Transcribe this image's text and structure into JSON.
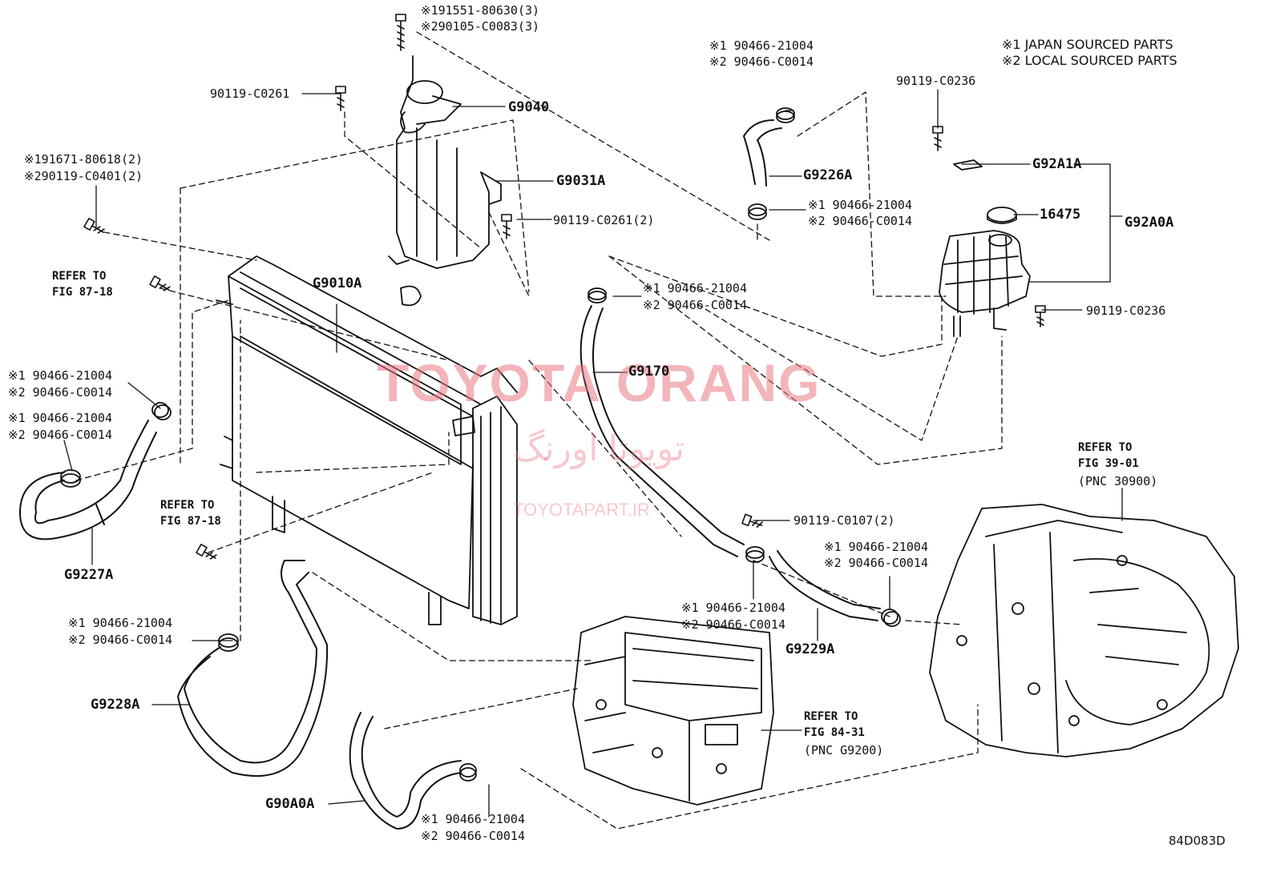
{
  "notes": {
    "japan": "※1 JAPAN SOURCED PARTS",
    "local": "※2 LOCAL SOURCED PARTS"
  },
  "watermark": {
    "title": "TOYOTA ORANG",
    "persian": "تویوتا اورنگ",
    "site": "TOYOTAPART.IR"
  },
  "diagram_code": "84D083D",
  "labels": {
    "top_bolt_1": "※191551-80630(3)",
    "top_bolt_2": "※290105-C0083(3)",
    "bolt_90119_c0261": "90119-C0261",
    "g9040": "G9040",
    "g9031a": "G9031A",
    "bolt_90119_c0261_2": "90119-C0261(2)",
    "left_bolt_1": "※191671-80618(2)",
    "left_bolt_2": "※290119-C0401(2)",
    "refer_8718_a_1": "REFER TO",
    "refer_8718_a_2": "FIG 87-18",
    "g9010a": "G9010A",
    "clamp_left_upper_1": "※1 90466-21004",
    "clamp_left_upper_2": "※2 90466-C0014",
    "clamp_left_lower_1": "※1 90466-21004",
    "clamp_left_lower_2": "※2 90466-C0014",
    "refer_8718_b_1": "REFER TO",
    "refer_8718_b_2": "FIG 87-18",
    "g9227a": "G9227A",
    "clamp_top_mid_1": "※1 90466-21004",
    "clamp_top_mid_2": "※2 90466-C0014",
    "g9226a": "G9226A",
    "clamp_mid_1": "※1 90466-21004",
    "clamp_mid_2": "※2 90466-C0014",
    "clamp_g9170_1": "※1 90466-21004",
    "clamp_g9170_2": "※2 90466-C0014",
    "g9170": "G9170",
    "bolt_90119_c0236_top": "90119-C0236",
    "g92a1a": "G92A1A",
    "part_16475": "16475",
    "g92a0a": "G92A0A",
    "bolt_90119_c0236_right": "90119-C0236",
    "bolt_90119_c0107": "90119-C0107(2)",
    "clamp_right_1": "※1 90466-21004",
    "clamp_right_2": "※2 90466-C0014",
    "clamp_g9229_1": "※1 90466-21004",
    "clamp_g9229_2": "※2 90466-C0014",
    "g9229a": "G9229A",
    "refer_3901_1": "REFER TO",
    "refer_3901_2": "FIG 39-01",
    "refer_3901_3": "(PNC 30900)",
    "clamp_bottom_left_1": "※1 90466-21004",
    "clamp_bottom_left_2": "※2 90466-C0014",
    "g9228a": "G9228A",
    "refer_8431_1": "REFER TO",
    "refer_8431_2": "FIG 84-31",
    "refer_8431_3": "(PNC G9200)",
    "g90a0a": "G90A0A",
    "clamp_bottom_1": "※1 90466-21004",
    "clamp_bottom_2": "※2 90466-C0014"
  }
}
